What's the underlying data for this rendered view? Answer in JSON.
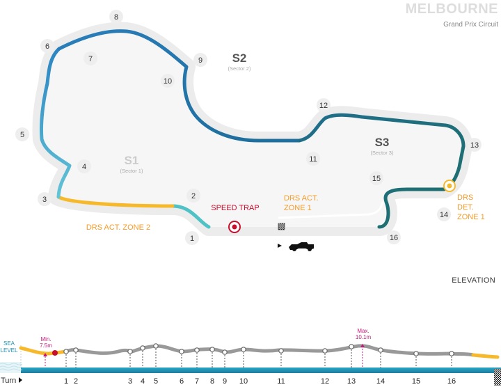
{
  "header": {
    "title": "MELBOURNE",
    "subtitle": "Grand Prix Circuit"
  },
  "sectors": [
    {
      "label": "S1",
      "sub": "(Sector 1)"
    },
    {
      "label": "S2",
      "sub": "(Sector 2)"
    },
    {
      "label": "S3",
      "sub": "(Sector 3)"
    }
  ],
  "labels": {
    "speed_trap": "SPEED TRAP",
    "drs_act_zone_1": [
      "DRS ACT.",
      "ZONE 1"
    ],
    "drs_act_zone_2": "DRS ACT. ZONE 2",
    "drs_det_zone_1": [
      "DRS",
      "DET.",
      "ZONE 1"
    ]
  },
  "turns": [
    "1",
    "2",
    "3",
    "4",
    "5",
    "6",
    "7",
    "8",
    "9",
    "10",
    "11",
    "12",
    "13",
    "14",
    "15",
    "16"
  ],
  "elevation": {
    "title": "ELEVATION",
    "sea_level": [
      "SEA",
      "LEVEL"
    ],
    "min_label": [
      "Min.",
      "7.5m"
    ],
    "max_label": [
      "Max.",
      "10.1m"
    ],
    "turn_label": "Turn",
    "turns": [
      "1",
      "2",
      "3",
      "4",
      "5",
      "6",
      "7",
      "8",
      "9",
      "10",
      "11",
      "12",
      "13",
      "14",
      "15",
      "16"
    ]
  },
  "colors": {
    "track_background": "#eaeaea",
    "sector1_top": "#2a84c2",
    "sector1_bottom": "#63c4d6",
    "sector2": "#2073a8",
    "sector3": "#1d6f6a",
    "drs_zone": "#f7b92c",
    "speed_trap": "#c8102e",
    "drs_label": "#f39c2b",
    "elevation_line": "#999999",
    "sea": "#1f8fb3"
  },
  "icons": [
    "speed-trap-marker-icon",
    "drs-detection-marker-icon",
    "checkered-flag-icon",
    "f1-car-icon",
    "triangle-arrow-icon"
  ]
}
